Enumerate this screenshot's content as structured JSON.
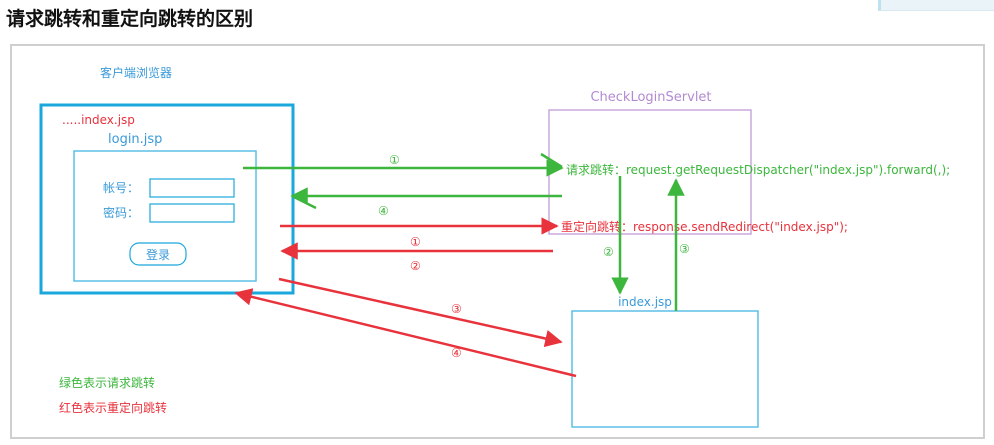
{
  "page_title": "请求跳转和重定向跳转的区别",
  "browser": {
    "label": "客户端浏览器",
    "index_label": ".....index.jsp",
    "login_label": "login.jsp",
    "account_label": "帐号：",
    "password_label": "密码：",
    "login_button": "登录"
  },
  "servlet": {
    "label": "CheckLoginServlet",
    "forward_text": "请求跳转：request.getRequestDispatcher(\"index.jsp\").forward(,);",
    "redirect_text": "重定向跳转：response.sendRedirect(\"index.jsp\");"
  },
  "index_page": {
    "label": "index.jsp"
  },
  "steps": {
    "green_1": "①",
    "green_4": "④",
    "green_2": "②",
    "green_3": "③",
    "red_1": "①",
    "red_2": "②",
    "red_3": "③",
    "red_4": "④"
  },
  "legend": {
    "green": "绿色表示请求跳转",
    "red": "红色表示重定向跳转"
  },
  "colors": {
    "green": "#3cb63c",
    "red": "#e8323c",
    "browser_blue": "#1aa8dc",
    "label_blue": "#3a9ad9",
    "servlet_purple": "#b28ad0"
  }
}
